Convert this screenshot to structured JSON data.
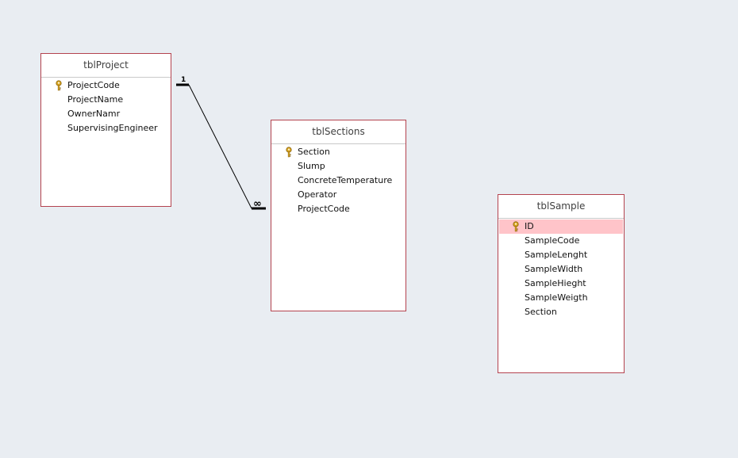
{
  "tables": {
    "project": {
      "title": "tblProject",
      "fields": [
        "ProjectCode",
        "ProjectName",
        "OwnerNamr",
        "SupervisingEngineer"
      ],
      "primary_key": "ProjectCode"
    },
    "sections": {
      "title": "tblSections",
      "fields": [
        "Section",
        "Slump",
        "ConcreteTemperature",
        "Operator",
        "ProjectCode"
      ],
      "primary_key": "Section"
    },
    "sample": {
      "title": "tblSample",
      "fields": [
        "ID",
        "SampleCode",
        "SampleLenght",
        "SampleWidth",
        "SampleHieght",
        "SampleWeigth",
        "Section"
      ],
      "primary_key": "ID",
      "selected_field": "ID"
    }
  },
  "relationship": {
    "one_label": "1",
    "many_label": "∞"
  },
  "colors": {
    "canvas": "#e9edf2",
    "table_border": "#b4434f",
    "selected_row": "#ffc4c9",
    "key_icon": "#d9a520"
  }
}
